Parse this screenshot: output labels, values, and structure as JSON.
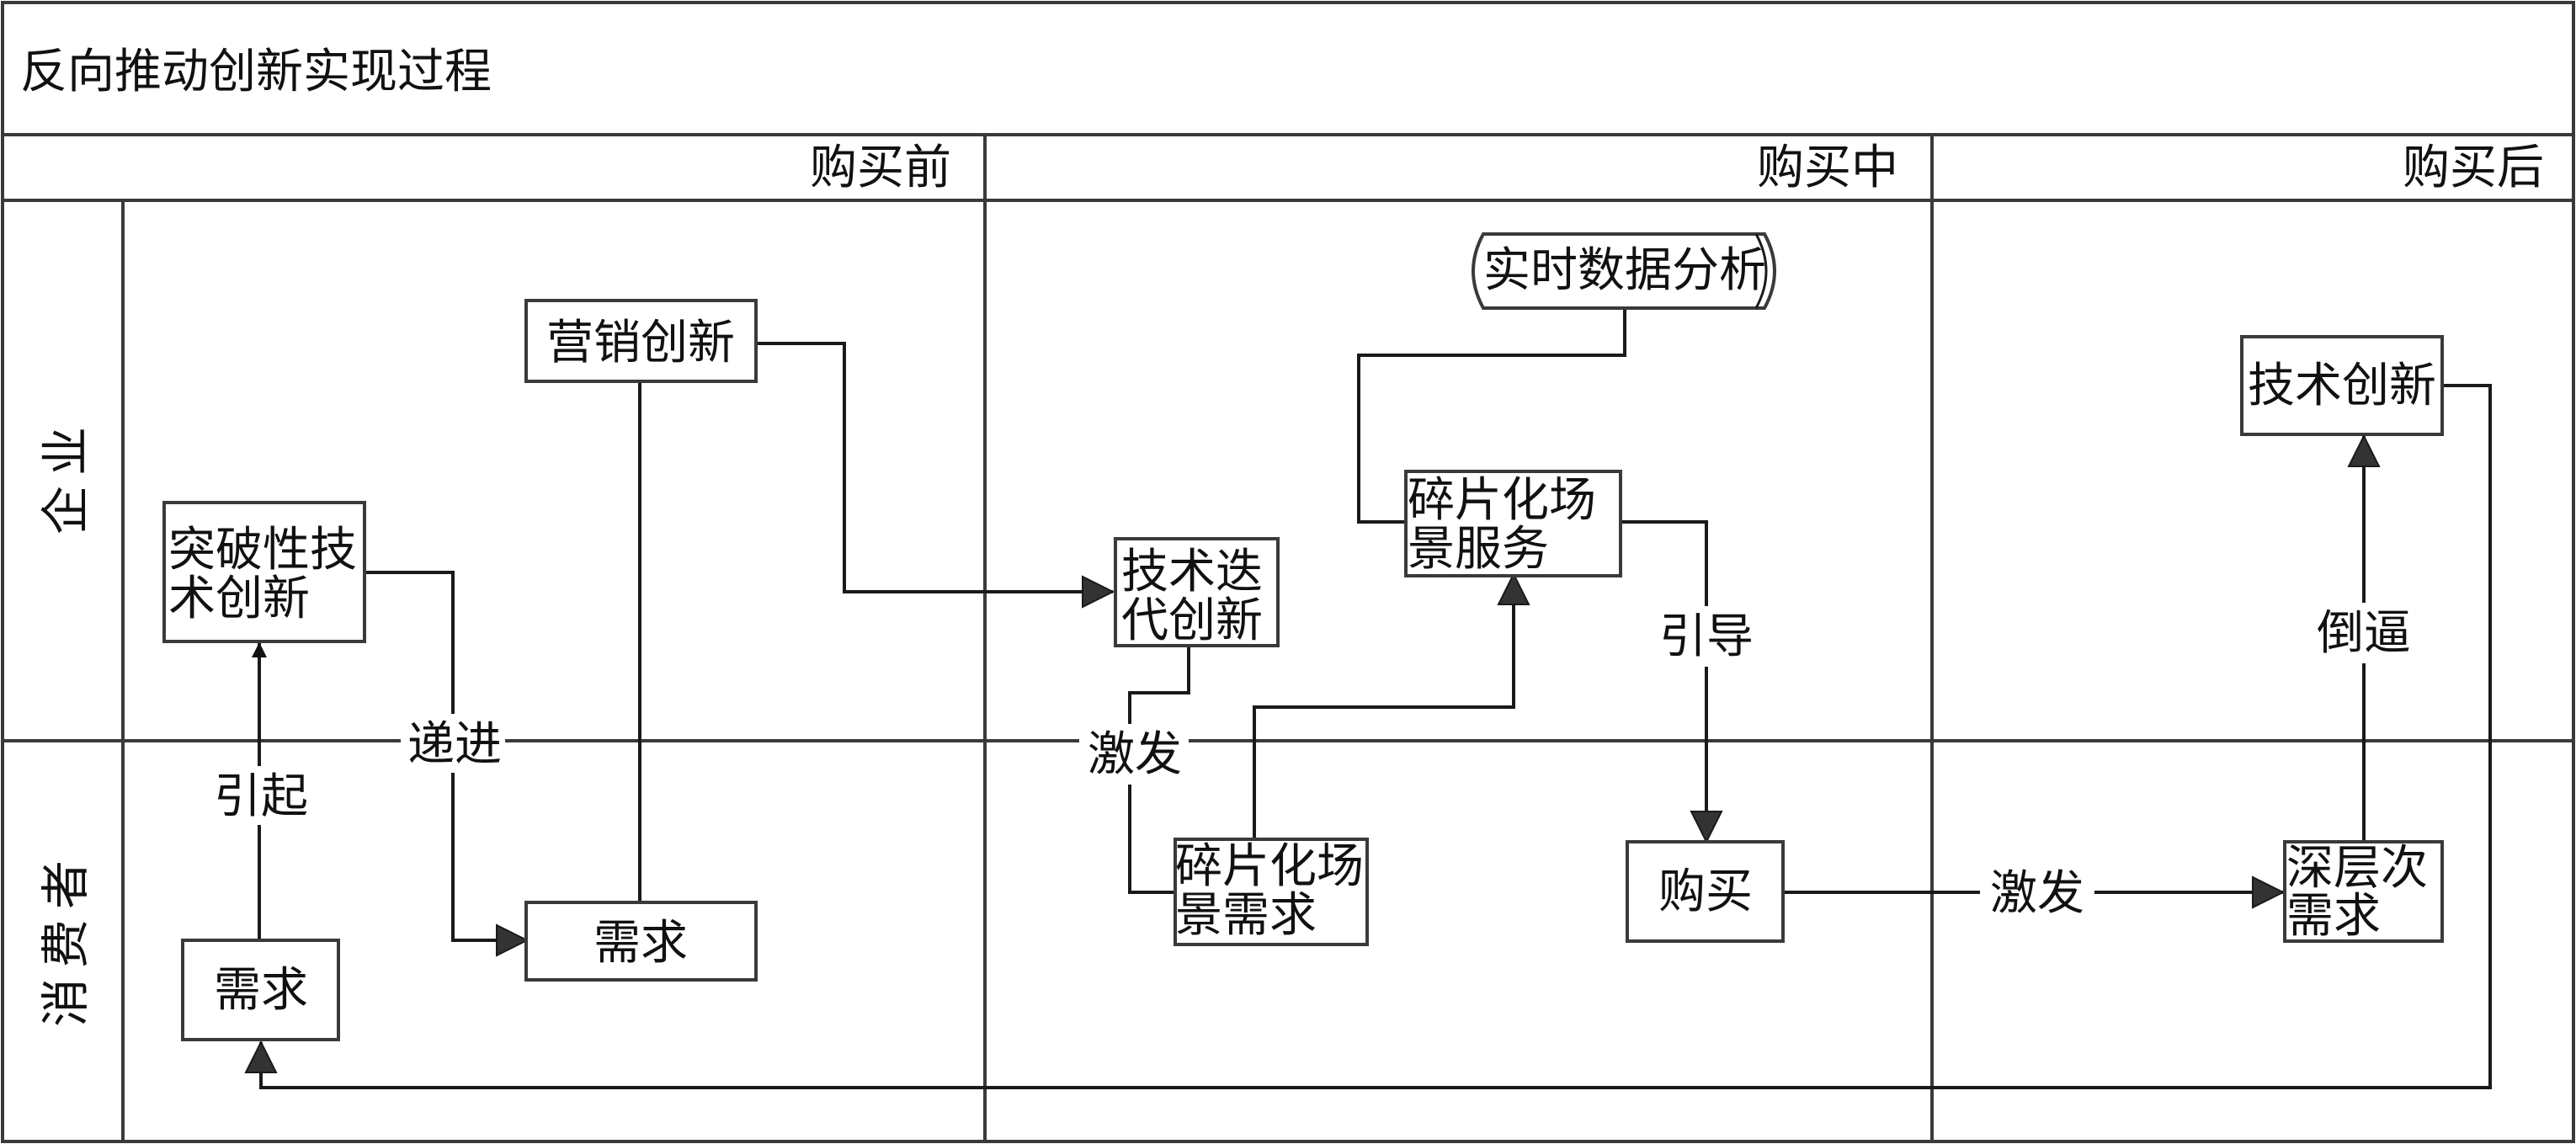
{
  "title": "反向推动创新实现过程",
  "phases": [
    "购买前",
    "购买中",
    "购买后"
  ],
  "lanes": [
    "企业",
    "消费者"
  ],
  "nodes": {
    "breakthrough": [
      "突破性技",
      "术创新"
    ],
    "marketing": [
      "营销创新"
    ],
    "tech_iter": [
      "技术迭",
      "代创新"
    ],
    "realtime": [
      "实时数据分析"
    ],
    "frag_service": [
      "碎片化场",
      "景服务"
    ],
    "tech_innov": [
      "技术创新"
    ],
    "demand_1": [
      "需求"
    ],
    "demand_2": [
      "需求"
    ],
    "frag_demand": [
      "碎片化场",
      "景需求"
    ],
    "purchase": [
      "购买"
    ],
    "deep_demand": [
      "深层次",
      "需求"
    ]
  },
  "edge_labels": {
    "cause": "引起",
    "progress": "递进",
    "stimulate_1": "激发",
    "guide": "引导",
    "stimulate_2": "激发",
    "force": "倒逼"
  }
}
